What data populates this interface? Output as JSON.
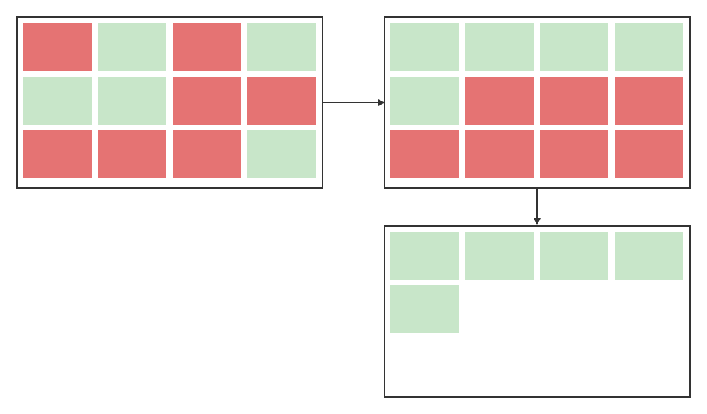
{
  "colors": {
    "red": "#e57373",
    "green": "#c8e6c9",
    "border": "#333333",
    "arrow": "#333333"
  },
  "panels": {
    "source": {
      "cells": [
        "red",
        "green",
        "red",
        "green",
        "green",
        "green",
        "red",
        "red",
        "red",
        "red",
        "red",
        "green"
      ]
    },
    "sorted": {
      "cells": [
        "green",
        "green",
        "green",
        "green",
        "green",
        "red",
        "red",
        "red",
        "red",
        "red",
        "red",
        "red"
      ]
    },
    "filtered": {
      "cells": [
        "green",
        "green",
        "green",
        "green",
        "green"
      ]
    }
  },
  "connectors": [
    {
      "from": "source",
      "to": "sorted",
      "direction": "right"
    },
    {
      "from": "sorted",
      "to": "filtered",
      "direction": "down"
    }
  ]
}
